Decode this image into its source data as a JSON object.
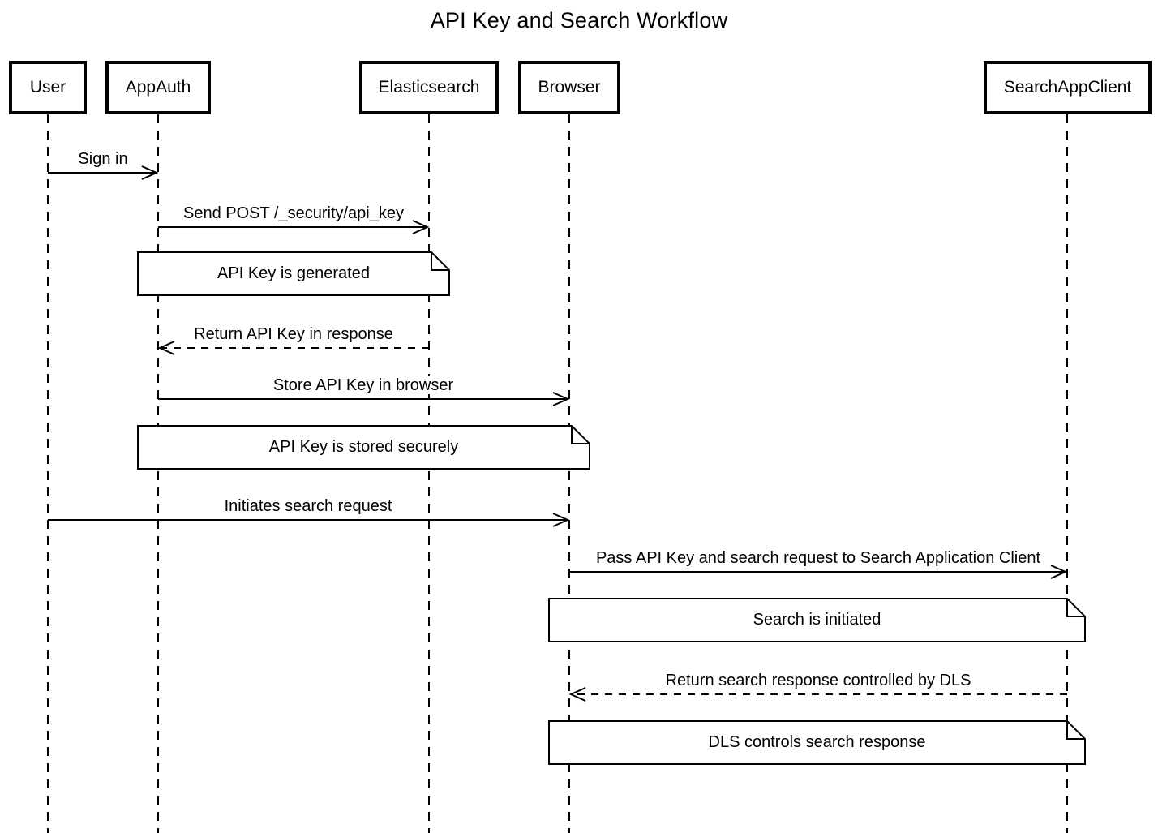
{
  "title": "API Key and Search Workflow",
  "diagram_type": "sequence",
  "colors": {
    "line": "#000000",
    "background": "#ffffff",
    "note_fill": "#ffffff",
    "text": "#000000"
  },
  "participants": [
    {
      "id": "user",
      "label": "User"
    },
    {
      "id": "appauth",
      "label": "AppAuth"
    },
    {
      "id": "elasticsearch",
      "label": "Elasticsearch"
    },
    {
      "id": "browser",
      "label": "Browser"
    },
    {
      "id": "searchappclient",
      "label": "SearchAppClient"
    }
  ],
  "messages": [
    {
      "label": "Sign in",
      "from": "User",
      "to": "AppAuth",
      "line": "solid"
    },
    {
      "label": "Send POST /_security/api_key",
      "from": "AppAuth",
      "to": "Elasticsearch",
      "line": "solid"
    },
    {
      "label": "Return API Key in response",
      "from": "Elasticsearch",
      "to": "AppAuth",
      "line": "dashed"
    },
    {
      "label": "Store API Key in browser",
      "from": "AppAuth",
      "to": "Browser",
      "line": "solid"
    },
    {
      "label": "Initiates search request",
      "from": "User",
      "to": "Browser",
      "line": "solid"
    },
    {
      "label": "Pass API Key and search request to Search Application Client",
      "from": "Browser",
      "to": "SearchAppClient",
      "line": "solid"
    },
    {
      "label": "Return search response controlled by DLS",
      "from": "SearchAppClient",
      "to": "Browser",
      "line": "dashed"
    }
  ],
  "notes": [
    {
      "label": "API Key is generated",
      "over": [
        "AppAuth",
        "Elasticsearch"
      ]
    },
    {
      "label": "API Key is stored securely",
      "over": [
        "AppAuth",
        "Browser"
      ]
    },
    {
      "label": "Search is initiated",
      "over": [
        "Browser",
        "SearchAppClient"
      ]
    },
    {
      "label": "DLS controls search response",
      "over": [
        "Browser",
        "SearchAppClient"
      ]
    }
  ]
}
